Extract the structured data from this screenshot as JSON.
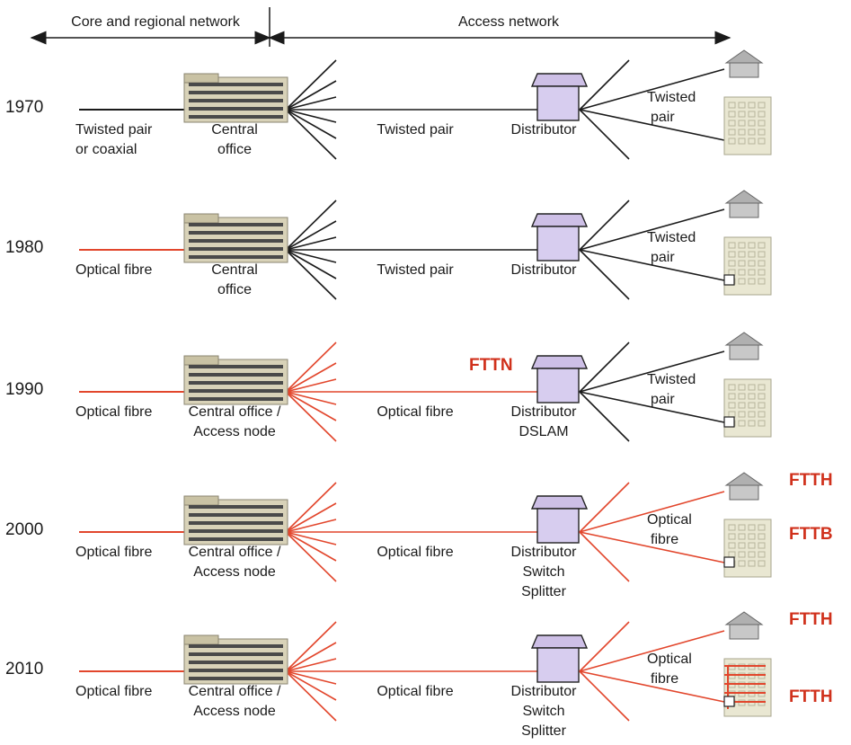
{
  "header": {
    "core_label": "Core and regional network",
    "access_label": "Access network"
  },
  "colors": {
    "copper": "#1a1a1a",
    "fibre": "#e2462c",
    "label_red": "#d0311c"
  },
  "rows": [
    {
      "year": "1970",
      "feeder_label": [
        "Twisted pair",
        "or coaxial"
      ],
      "office_label": [
        "Central",
        "office"
      ],
      "mid_label": "Twisted pair",
      "dist_label": [
        "Distributor"
      ],
      "drop_label": [
        "Twisted",
        "pair"
      ],
      "feeder": "copper",
      "trunk": "copper",
      "drop": "copper",
      "fttn": "",
      "tags": []
    },
    {
      "year": "1980",
      "feeder_label": [
        "Optical fibre"
      ],
      "office_label": [
        "Central",
        "office"
      ],
      "mid_label": "Twisted pair",
      "dist_label": [
        "Distributor"
      ],
      "drop_label": [
        "Twisted",
        "pair"
      ],
      "feeder": "fibre",
      "trunk": "copper",
      "drop": "copper",
      "fttn": "",
      "tags": []
    },
    {
      "year": "1990",
      "feeder_label": [
        "Optical fibre"
      ],
      "office_label": [
        "Central office /",
        "Access node"
      ],
      "mid_label": "Optical fibre",
      "dist_label": [
        "Distributor",
        "DSLAM"
      ],
      "drop_label": [
        "Twisted",
        "pair"
      ],
      "feeder": "fibre",
      "trunk": "fibre",
      "drop": "copper",
      "fttn": "FTTN",
      "tags": []
    },
    {
      "year": "2000",
      "feeder_label": [
        "Optical fibre"
      ],
      "office_label": [
        "Central office /",
        "Access node"
      ],
      "mid_label": "Optical fibre",
      "dist_label": [
        "Distributor",
        "Switch",
        "Splitter"
      ],
      "drop_label": [
        "Optical",
        "fibre"
      ],
      "feeder": "fibre",
      "trunk": "fibre",
      "drop": "fibre",
      "fttn": "",
      "tags": [
        "FTTH",
        "FTTB"
      ]
    },
    {
      "year": "2010",
      "feeder_label": [
        "Optical fibre"
      ],
      "office_label": [
        "Central office /",
        "Access node"
      ],
      "mid_label": "Optical fibre",
      "dist_label": [
        "Distributor",
        "Switch",
        "Splitter"
      ],
      "drop_label": [
        "Optical",
        "fibre"
      ],
      "feeder": "fibre",
      "trunk": "fibre",
      "drop": "fibre",
      "fttn": "",
      "tags": [
        "FTTH",
        "FTTH"
      ]
    }
  ]
}
